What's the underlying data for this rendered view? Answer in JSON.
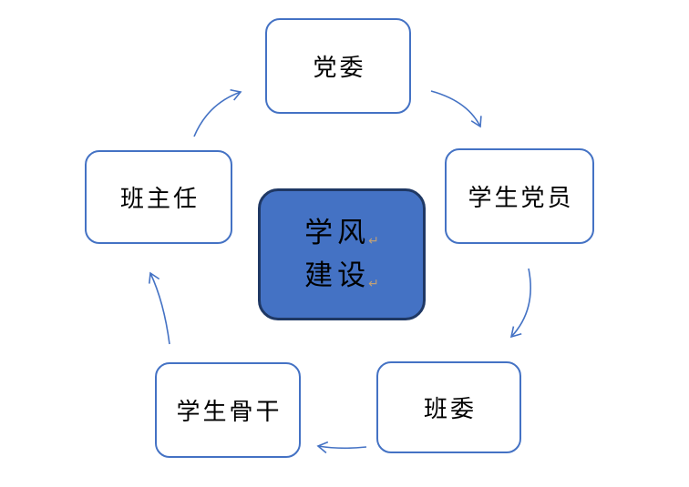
{
  "diagram": {
    "title": "学风建设 cycle diagram",
    "center": {
      "line1": "学风",
      "line2": "建设",
      "paragraph_mark": "↵"
    },
    "nodes": [
      {
        "id": "dangwei",
        "label": "党委"
      },
      {
        "id": "xueshengdangyuan",
        "label": "学生党员"
      },
      {
        "id": "banzhuren",
        "label": "班主任"
      },
      {
        "id": "xueshenggugan",
        "label": "学生骨干"
      },
      {
        "id": "banwei",
        "label": "班委"
      }
    ],
    "flow": [
      "班主任 → 党委",
      "党委 → 学生党员",
      "学生党员 → 班委",
      "班委 → 学生骨干",
      "学生骨干 → 班主任"
    ],
    "colors": {
      "accent": "#4472C4",
      "center_fill": "#4472C4",
      "center_border": "#1F3864",
      "arrow": "#4472C4",
      "text": "#000000",
      "paragraph_mark": "#BFA077",
      "background": "#FFFFFF"
    }
  }
}
